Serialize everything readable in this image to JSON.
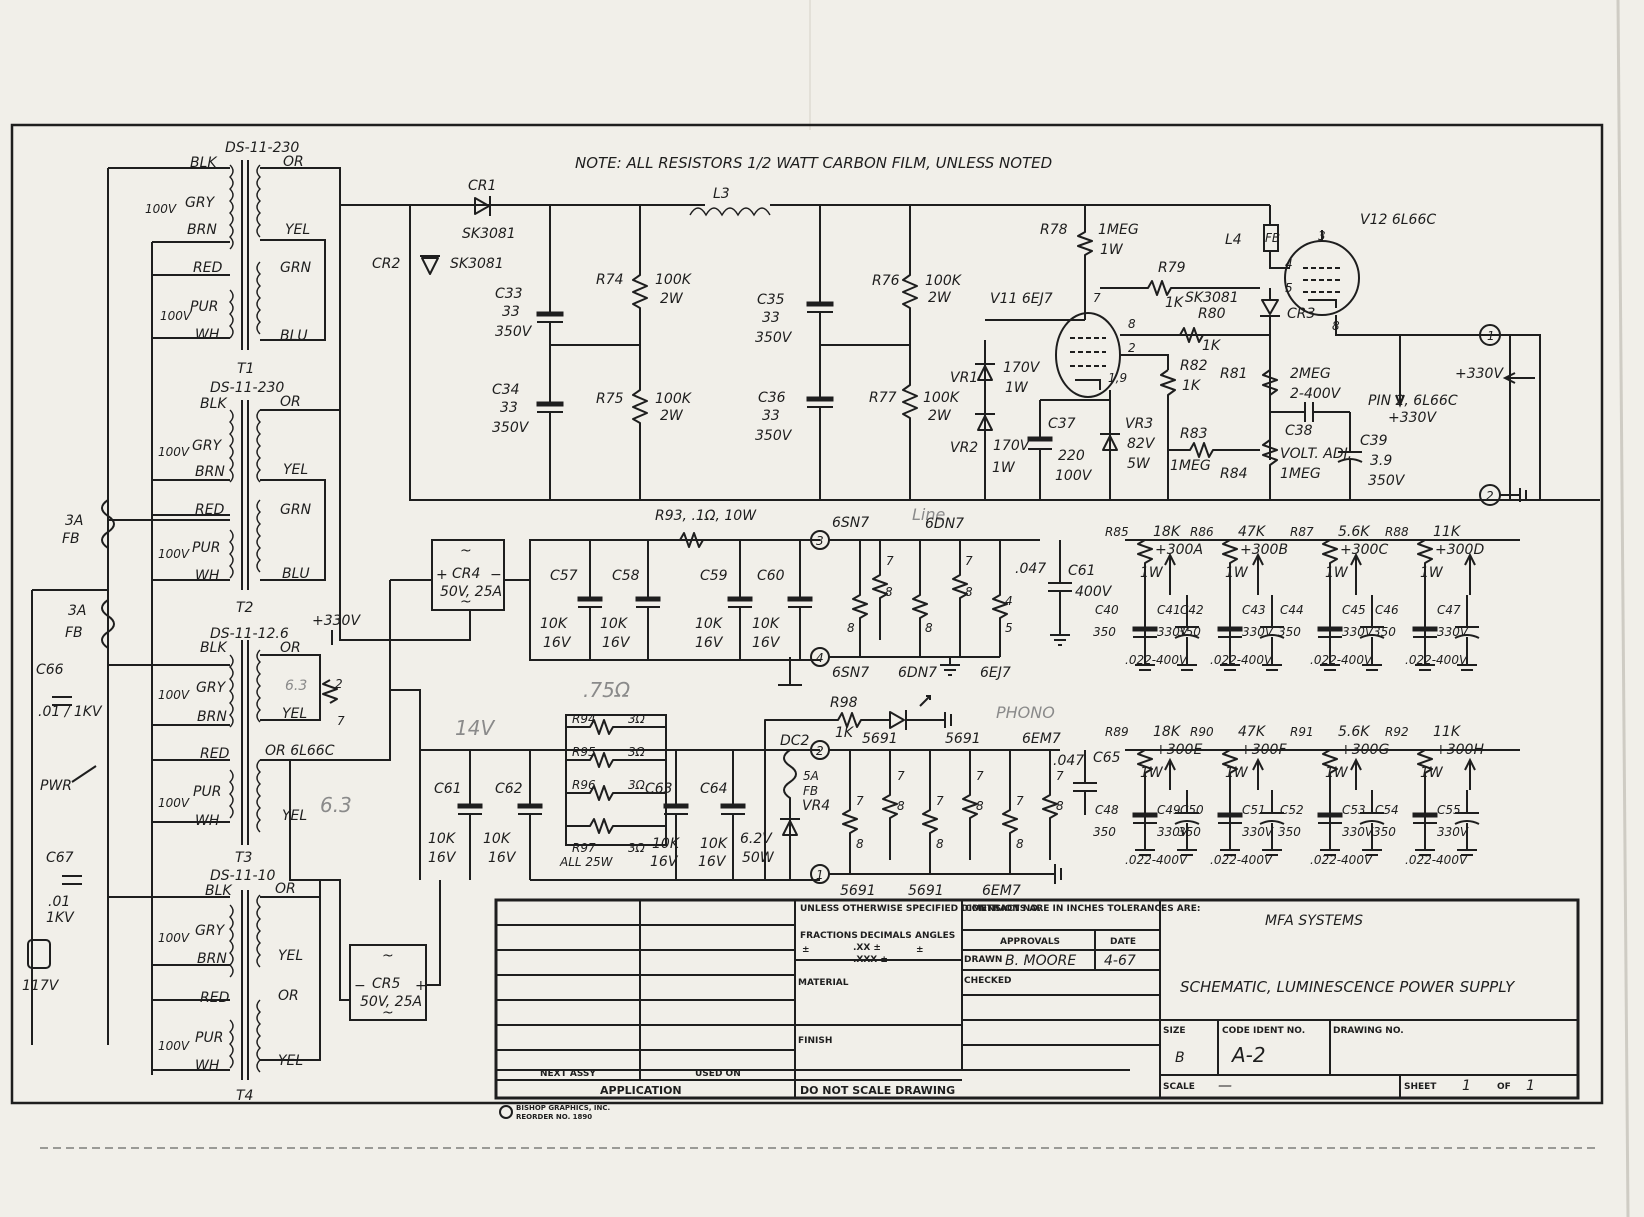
{
  "sheet": {
    "note": "NOTE: ALL RESISTORS 1/2 WATT CARBON FILM, UNLESS NOTED"
  },
  "transformers": {
    "t1": {
      "name": "T1",
      "part": "DS-11-230",
      "w_blk": "BLK",
      "w_gry": "GRY",
      "w_brn": "BRN",
      "w_red": "RED",
      "w_pur": "PUR",
      "w_wh": "WH",
      "w_or": "OR",
      "w_yel": "YEL",
      "w_grn": "GRN",
      "w_blu": "BLU",
      "tap": "100V"
    },
    "t2": {
      "name": "T2",
      "part": "DS-11-230",
      "w_blk": "BLK",
      "w_gry": "GRY",
      "w_brn": "BRN",
      "w_red": "RED",
      "w_pur": "PUR",
      "w_wh": "WH",
      "w_or": "OR",
      "w_yel": "YEL",
      "w_grn": "GRN",
      "w_blu": "BLU",
      "tap": "100V"
    },
    "t3": {
      "name": "T3",
      "part": "DS-11-12.6",
      "w_blk": "BLK",
      "w_gry": "GRY",
      "w_brn": "BRN",
      "w_red": "RED",
      "w_pur": "PUR",
      "w_wh": "WH",
      "w_or": "OR",
      "w_yel": "YEL",
      "or_note": "OR 6L66C",
      "tap": "100V"
    },
    "t4": {
      "name": "T4",
      "part": "DS-11-10",
      "w_blk": "BLK",
      "w_gry": "GRY",
      "w_brn": "BRN",
      "w_red": "RED",
      "w_pur": "PUR",
      "w_wh": "WH",
      "w_or": "OR",
      "w_yel": "YEL",
      "tap": "100V"
    }
  },
  "input": {
    "fuse1_a": "3A",
    "fuse1_b": "FB",
    "fuse2_a": "3A",
    "fuse2_b": "FB",
    "c66": "C66",
    "c66_val": ".01 / 1KV",
    "pwr": "PWR",
    "c67": "C67",
    "c67_val": ".01",
    "c67_v": "1KV",
    "plug": "117V"
  },
  "hv_supply": {
    "cr1": "CR1",
    "cr1_part": "SK3081",
    "cr2": "CR2",
    "cr2_part": "SK3081",
    "l3": "L3",
    "c33": "C33",
    "c33_val": "33",
    "c33_v": "350V",
    "c34": "C34",
    "c34_val": "33",
    "c34_v": "350V",
    "r74": "R74",
    "r74_val": "100K",
    "r74_w": "2W",
    "r75": "R75",
    "r75_val": "100K",
    "r75_w": "2W",
    "c35": "C35",
    "c35_val": "33",
    "c35_v": "350V",
    "c36": "C36",
    "c36_val": "33",
    "c36_v": "350V",
    "r76": "R76",
    "r76_val": "100K",
    "r76_w": "2W",
    "r77": "R77",
    "r77_val": "100K",
    "r77_w": "2W"
  },
  "regulator": {
    "r78": "R78",
    "r78_val": "1MEG",
    "r78_w": "1W",
    "l4": "L4",
    "fb": "FB",
    "v12": "V12 6L66C",
    "v11": "V11 6EJ7",
    "r79": "R79",
    "r79_val": "1K",
    "sk": "SK3081",
    "cr3": "CR3",
    "r80": "R80",
    "r80_val": "1K",
    "vr1": "VR1",
    "vr1_val": "170V",
    "vr1_w": "1W",
    "vr2": "VR2",
    "vr2_val": "170V",
    "vr2_w": "1W",
    "r82": "R82",
    "r82_val": "1K",
    "r81": "R81",
    "r81_val": "2MEG",
    "r81_v": "2-400V",
    "c37": "C37",
    "c37_val": "220",
    "c37_v": "100V",
    "vr3": "VR3",
    "vr3_val": "82V",
    "vr3_w": "5W",
    "c38": "C38",
    "r83": "R83",
    "r83_val": "1MEG",
    "r84": "R84",
    "r84_val": "1MEG",
    "volt_adj": "VOLT. ADJ.",
    "c39": "C39",
    "c39_val": "3.9",
    "c39_v": "350V",
    "pin2": "PIN 2, 6L66C",
    "pin2_v": "+330V",
    "out_v": "+330V",
    "term1": "1",
    "term2": "2",
    "pin3": "3",
    "pin4": "4",
    "pin5": "5",
    "pin8": "8",
    "v11_p7": "7",
    "v11_p8": "8",
    "v11_p2": "2",
    "v11_p19": "1,9"
  },
  "heater_a": {
    "r93": "R93, .1Ω, 10W",
    "cr4": "CR4",
    "cr4_val": "50V, 25A",
    "c57": "C57",
    "c58": "C58",
    "c59": "C59",
    "c60": "C60",
    "cap_val": "10K",
    "cap_v": "16V",
    "t3": "3",
    "t4": "4",
    "tube1": "6SN7",
    "tube2": "6DN7",
    "tube2_note": "Line",
    "tube3": "6SN7",
    "tube4": "6DN7",
    "tube5": "6EJ7",
    "p7": "7",
    "p8": "8",
    "p4": "4",
    "p5": "5",
    "c61": "C61",
    "c61_val": ".047",
    "c61_v": "400V"
  },
  "heater_b": {
    "r94": "R94",
    "r95": "R95",
    "r96": "R96",
    "r97": "R97",
    "r_val": "3Ω",
    "r_note": "ALL 25W",
    "pen_ohm": ".75Ω",
    "pen_14v": "14V",
    "c61": "C61",
    "c62": "C62",
    "c63": "C63",
    "c64": "C64",
    "cap_val": "10K",
    "cap_v": "16V",
    "r98": "R98",
    "r98_val": "1K",
    "dc2": "DC2",
    "fuse": "5A",
    "fuse_b": "FB",
    "vr4": "VR4",
    "vr4_val": "6.2V",
    "vr4_w": "50W",
    "t2": "2",
    "t1": "1",
    "tube_top1": "5691",
    "tube_top2": "5691",
    "tube_top3": "6EM7",
    "pen_phono": "PHONO",
    "tube_bot1": "5691",
    "tube_bot2": "5691",
    "tube_bot3": "6EM7",
    "c65": "C65",
    "c65_val": ".047",
    "p7": "7",
    "p8": "8"
  },
  "aux_heater": {
    "cr5": "CR5",
    "cr5_val": "50V, 25A",
    "pen_63a": "6.3",
    "pen_63b": "6.3",
    "t3_330": "+330V",
    "pin2": "2",
    "pin7": "7"
  },
  "dividers": {
    "top": [
      {
        "r": "R85",
        "r_val": "18K",
        "tap": "+300A",
        "w": "1W",
        "c_big": "C40",
        "c_small": "C41"
      },
      {
        "r": "R86",
        "r_val": "47K",
        "tap": "+300B",
        "w": "1W",
        "c_big": "C42",
        "c_small": "C43"
      },
      {
        "r": "R87",
        "r_val": "5.6K",
        "tap": "+300C",
        "w": "1W",
        "c_big": "C44",
        "c_small": "C45"
      },
      {
        "r": "R88",
        "r_val": "11K",
        "tap": "+300D",
        "w": "1W",
        "c_big": "C46",
        "c_small": "C47"
      }
    ],
    "bottom": [
      {
        "r": "R89",
        "r_val": "18K",
        "tap": "+300E",
        "w": "1W",
        "c_big": "C48",
        "c_small": "C49"
      },
      {
        "r": "R90",
        "r_val": "47K",
        "tap": "+300F",
        "w": "1W",
        "c_big": "C50",
        "c_small": "C51"
      },
      {
        "r": "R91",
        "r_val": "5.6K",
        "tap": "+300G",
        "w": "1W",
        "c_big": "C52",
        "c_small": "C53"
      },
      {
        "r": "R92",
        "r_val": "11K",
        "tap": "+300H",
        "w": "1W",
        "c_big": "C54",
        "c_small": "C55"
      }
    ],
    "c_big_val": "350",
    "c_small_val": "330V",
    "bypass_val": ".022-400V"
  },
  "title_block": {
    "tolerance": "UNLESS OTHERWISE SPECIFIED DIMENSIONS ARE IN INCHES TOLERANCES ARE:",
    "fractions": "FRACTIONS",
    "decimals": "DECIMALS",
    "angles": "ANGLES",
    "pm": "±",
    "xx": ".XX ±",
    "xxx": ".XXX ±",
    "material": "MATERIAL",
    "finish": "FINISH",
    "next_assy": "NEXT ASSY",
    "used_on": "USED ON",
    "application": "APPLICATION",
    "do_not_scale": "DO NOT SCALE DRAWING",
    "contract": "CONTRACT NO.",
    "approvals": "APPROVALS",
    "date": "DATE",
    "drawn": "DRAWN",
    "drawn_by": "B. MOORE",
    "drawn_date": "4-67",
    "checked": "CHECKED",
    "company": "MFA SYSTEMS",
    "title": "SCHEMATIC, LUMINESCENCE POWER SUPPLY",
    "size": "SIZE",
    "size_val": "B",
    "code_ident": "CODE IDENT NO.",
    "code_val": "A-2",
    "drawing_no": "DRAWING NO.",
    "scale": "SCALE",
    "scale_val": "—",
    "sheet": "SHEET",
    "sheet_val": "1",
    "of": "OF",
    "of_val": "1",
    "publisher": "BISHOP GRAPHICS, INC.",
    "reorder": "REORDER NO. 1890"
  }
}
